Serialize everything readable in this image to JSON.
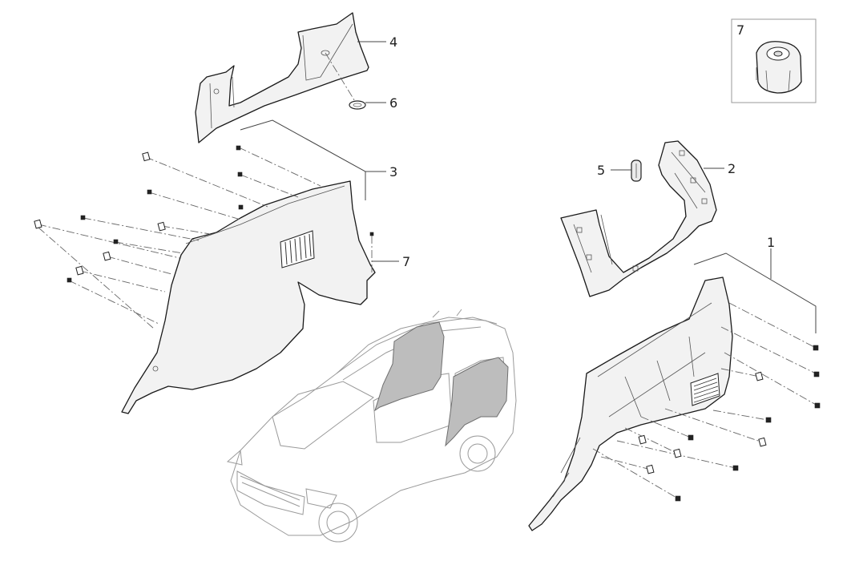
{
  "callouts": {
    "c1": "1",
    "c2": "2",
    "c3": "3",
    "c4": "4",
    "c5": "5",
    "c6": "6",
    "c7": "7",
    "inset_label": "7"
  },
  "colors": {
    "outline": "#1a1a1a",
    "panel_fill": "#f2f2f2",
    "vehicle_outline": "#9a9a9a",
    "vehicle_highlight": "#bdbdbd"
  }
}
